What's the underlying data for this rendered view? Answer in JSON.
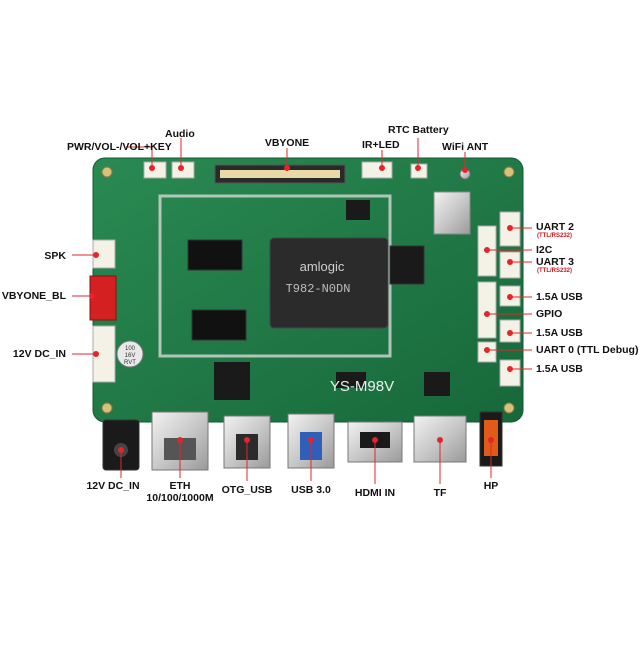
{
  "board": {
    "model_silk": "YS-M98V",
    "soc_brand": "amlogic",
    "soc_part": "T982-N0DN",
    "cap_text": [
      "100",
      "16V",
      "RVT"
    ]
  },
  "labels": {
    "pwr_key": "PWR/VOL-/VOL+KEY",
    "audio": "Audio",
    "vbyone": "VBYONE",
    "rtc_battery": "RTC Battery",
    "ir_led": "IR+LED",
    "wifi_ant": "WiFi ANT",
    "spk": "SPK",
    "vbyone_bl": "VBYONE_BL",
    "dc_in_left": "12V DC_IN",
    "uart2": "UART 2",
    "uart2_sub": "(TTL/RS232)",
    "i2c": "I2C",
    "uart3": "UART 3",
    "uart3_sub": "(TTL/RS232)",
    "usb_15a_1": "1.5A USB",
    "gpio": "GPIO",
    "usb_15a_2": "1.5A USB",
    "uart0": "UART 0 (TTL Debug)",
    "usb_15a_3": "1.5A USB",
    "dc_in_bottom": "12V DC_IN",
    "eth": "ETH",
    "eth_sub": "10/100/1000M",
    "otg_usb": "OTG_USB",
    "usb30": "USB 3.0",
    "hdmi_in": "HDMI IN",
    "tf": "TF",
    "hp": "HP"
  },
  "colors": {
    "pcb": "#1f7a45",
    "callout": "#e4252b",
    "text": "#111111",
    "sub_text": "#d0121b"
  }
}
